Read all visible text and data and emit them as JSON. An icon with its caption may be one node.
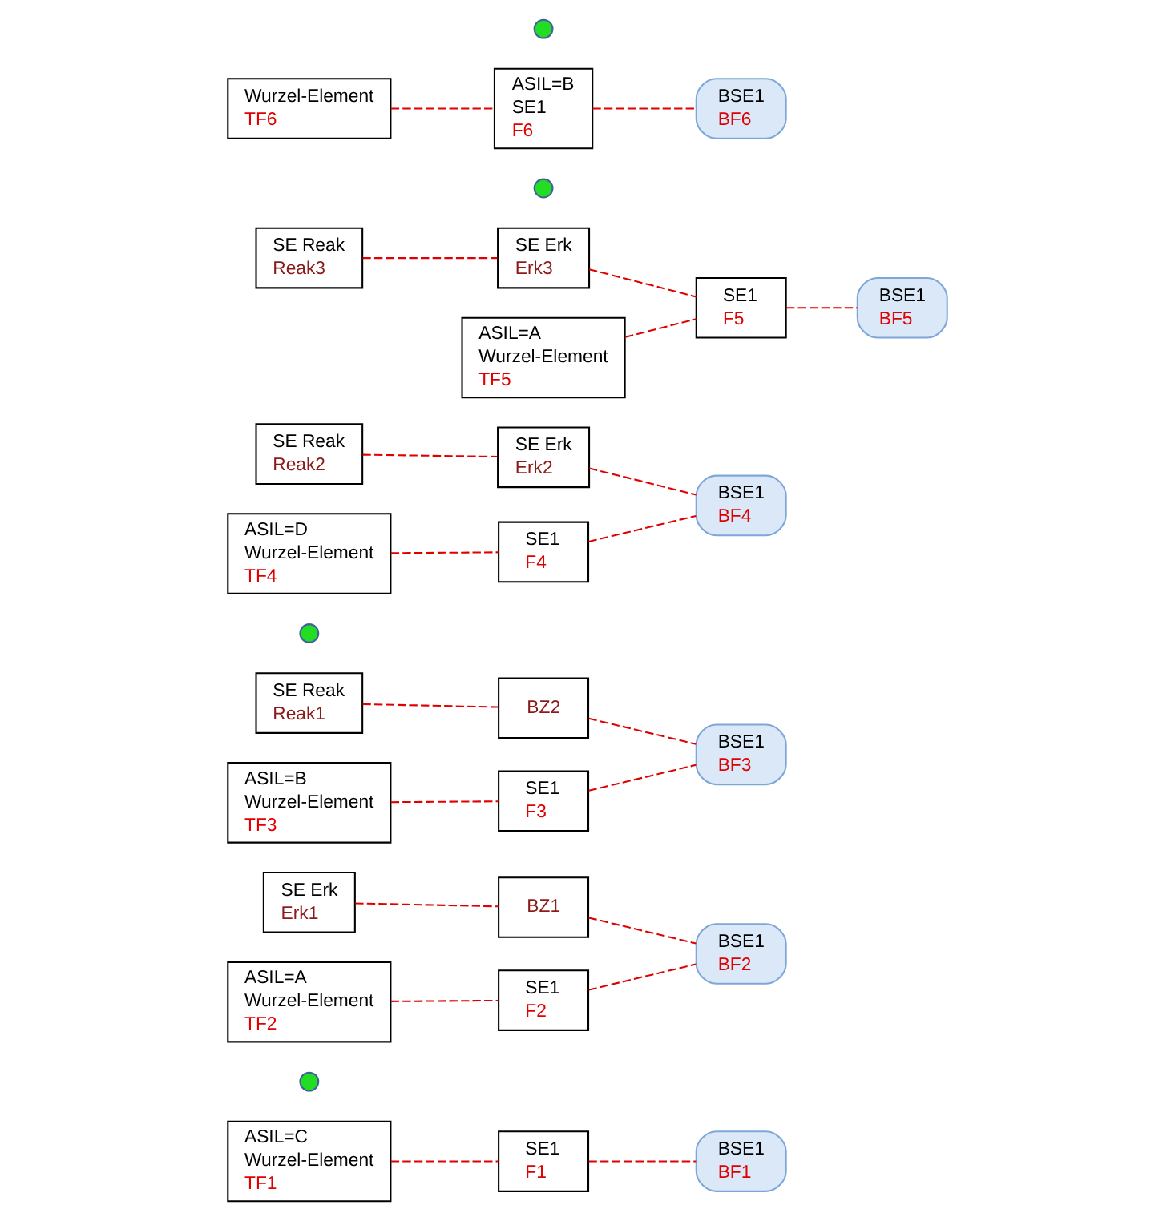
{
  "diagram": {
    "nodes": [
      {
        "text": [
          "ASIL=C",
          "Wurzel-Element",
          "TF1"
        ]
      },
      {
        "text": [],
        "shape": "circle"
      },
      {
        "text": [
          "SE1",
          "F1"
        ]
      },
      {
        "text": [
          "BSE1",
          "BF1"
        ]
      },
      {
        "text": [
          "SE Erk",
          "Erk1"
        ]
      },
      {
        "text": [
          "BZ1"
        ]
      },
      {
        "text": [
          "BSE1",
          "BF2"
        ]
      },
      {
        "text": [
          "SE1",
          "F2"
        ]
      },
      {
        "text": [
          "ASIL=A",
          "Wurzel-Element",
          "TF2"
        ]
      },
      {
        "text": [
          "SE Reak",
          "Reak1"
        ]
      },
      {
        "text": [
          "BZ2"
        ]
      },
      {
        "text": [
          "BSE1",
          "BF3"
        ]
      },
      {
        "text": [
          "SE1",
          "F3"
        ]
      },
      {
        "text": [
          "ASIL=B",
          "Wurzel-Element",
          "TF3"
        ]
      },
      {
        "text": [],
        "shape": "circle"
      },
      {
        "text": [
          "SE Reak",
          "Reak2"
        ]
      },
      {
        "text": [
          "SE Erk",
          "Erk2"
        ]
      },
      {
        "text": [
          "BSE1",
          "BF4"
        ]
      },
      {
        "text": [
          "ASIL=D",
          "Wurzel-Element",
          "TF4"
        ]
      },
      {
        "text": [
          "SE1",
          "F4"
        ]
      },
      {
        "text": [
          "SE Reak",
          "Reak3"
        ]
      },
      {
        "text": [
          "SE Erk",
          "Erk3"
        ]
      },
      {
        "text": [
          "SE1",
          "F5"
        ]
      },
      {
        "text": [
          "BSE1",
          "BF5"
        ]
      },
      {
        "text": [
          "ASIL=A",
          "Wurzel-Element",
          "TF5"
        ]
      },
      {
        "text": [],
        "shape": "circle"
      },
      {
        "text": [
          "Wurzel-Element",
          "TF6"
        ]
      },
      {
        "text": [
          "ASIL=B",
          "SE1",
          "F6"
        ]
      },
      {
        "text": [],
        "shape": "circle"
      },
      {
        "text": [
          "BSE1",
          "BF6"
        ]
      }
    ],
    "edges": [
      {
        "from": 0,
        "to": 2,
        "arrow": "none",
        "style": "dashed"
      },
      {
        "from": 2,
        "to": 3,
        "arrow": "none",
        "style": "dashed"
      },
      {
        "from": 4,
        "to": 5,
        "arrow": "none",
        "style": "dashed"
      },
      {
        "from": 5,
        "to": 6,
        "arrow": "none",
        "style": "dashed"
      },
      {
        "from": 8,
        "to": 7,
        "arrow": "none",
        "style": "dashed"
      },
      {
        "from": 7,
        "to": 6,
        "arrow": "none",
        "style": "dashed"
      },
      {
        "from": 9,
        "to": 10,
        "arrow": "none",
        "style": "dashed"
      },
      {
        "from": 10,
        "to": 11,
        "arrow": "none",
        "style": "dashed"
      },
      {
        "from": 13,
        "to": 12,
        "arrow": "none",
        "style": "dashed"
      },
      {
        "from": 12,
        "to": 11,
        "arrow": "none",
        "style": "dashed"
      },
      {
        "from": 15,
        "to": 16,
        "arrow": "none",
        "style": "dashed"
      },
      {
        "from": 16,
        "to": 17,
        "arrow": "none",
        "style": "dashed"
      },
      {
        "from": 18,
        "to": 19,
        "arrow": "none",
        "style": "dashed"
      },
      {
        "from": 19,
        "to": 17,
        "arrow": "none",
        "style": "dashed"
      },
      {
        "from": 20,
        "to": 21,
        "arrow": "none",
        "style": "dashed"
      },
      {
        "from": 21,
        "to": 22,
        "arrow": "none",
        "style": "dashed"
      },
      {
        "from": 24,
        "to": 22,
        "arrow": "none",
        "style": "dashed"
      },
      {
        "from": 22,
        "to": 23,
        "arrow": "none",
        "style": "dashed"
      },
      {
        "from": 26,
        "to": 27,
        "arrow": "none",
        "style": "dashed"
      },
      {
        "from": 27,
        "to": 29,
        "arrow": "none",
        "style": "dashed"
      }
    ]
  }
}
